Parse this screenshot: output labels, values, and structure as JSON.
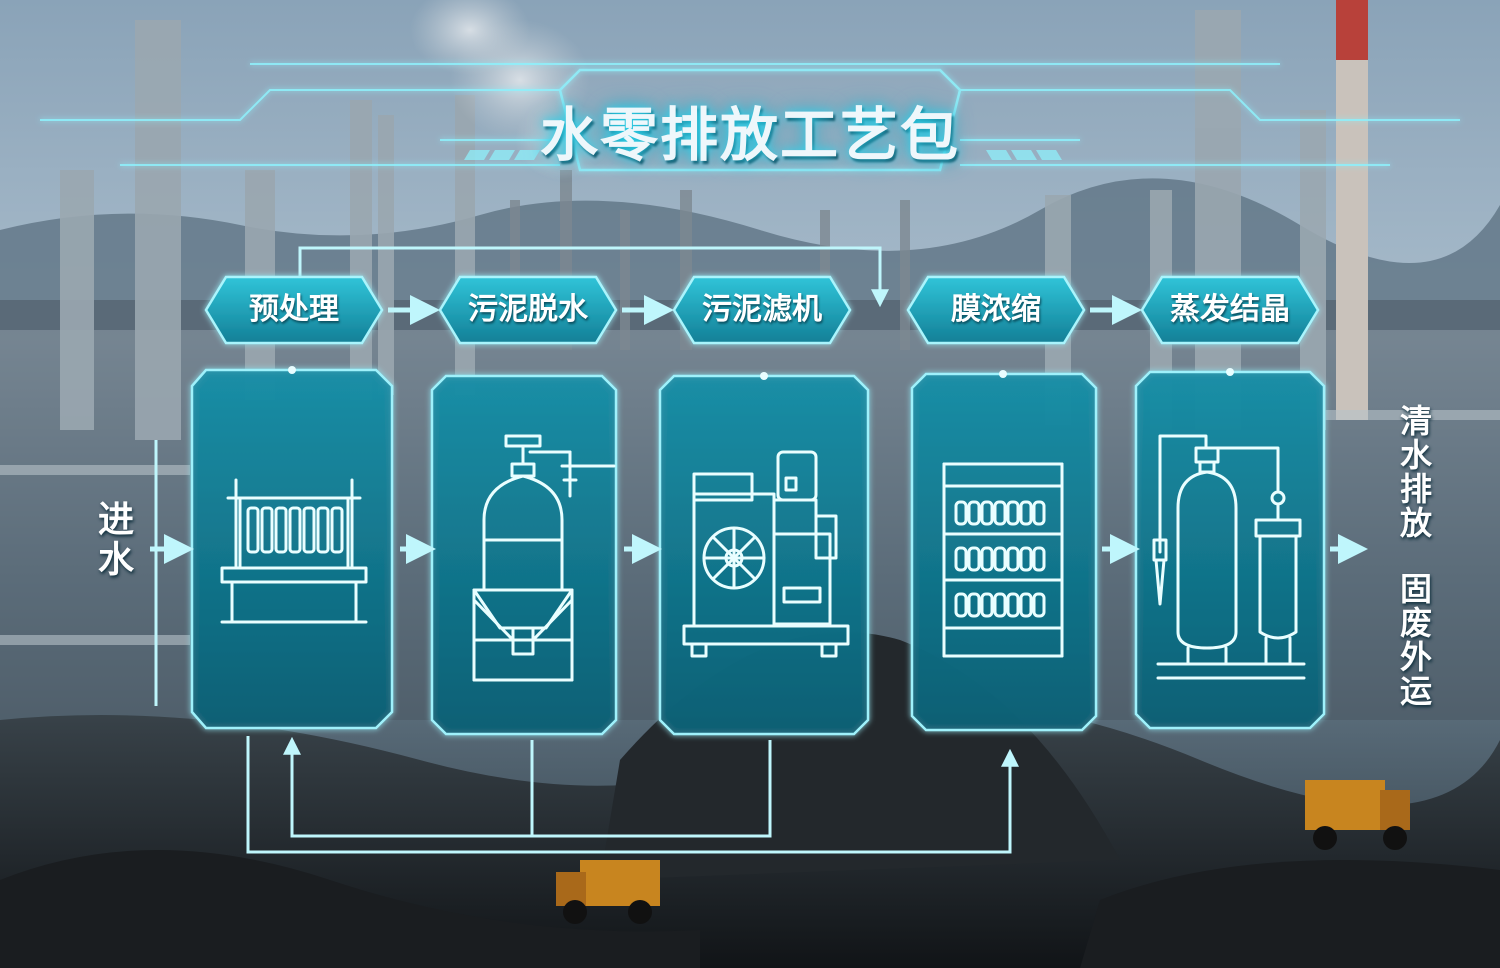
{
  "title": "水零排放工艺包",
  "inlet": "进水",
  "outlets": {
    "clean_water": "清水排放",
    "solid_waste": "固废外运"
  },
  "stages": [
    {
      "id": "pretreatment",
      "label": "预处理",
      "icon": "screen-filter-rack-icon"
    },
    {
      "id": "sludge-dewatering",
      "label": "污泥脱水",
      "icon": "pressure-tank-hopper-icon"
    },
    {
      "id": "sludge-filter",
      "label": "污泥滤机",
      "icon": "filter-press-machine-icon"
    },
    {
      "id": "membrane-concentration",
      "label": "膜浓缩",
      "icon": "membrane-rack-icon"
    },
    {
      "id": "evaporative-crystallization",
      "label": "蒸发结晶",
      "icon": "evaporator-crystallizer-icon"
    }
  ],
  "colors": {
    "accent": "#6fe6f6",
    "tag_fill": "#19a9bd",
    "panel_fill": "#0f6f85",
    "line": "#bff6fc"
  }
}
